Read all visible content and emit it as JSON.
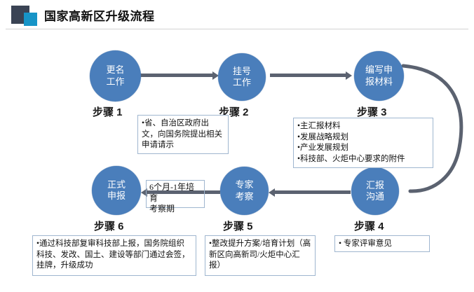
{
  "header": {
    "title": "国家高新区升级流程",
    "logo_dark_color": "#3a4354",
    "logo_light_color": "#1794c7"
  },
  "theme": {
    "node_fill": "#4a7ebb",
    "node_text": "#ffffff",
    "connector": "#5b6270",
    "callout_border": "#9fb6cf",
    "callout_bg": "#ffffff"
  },
  "flow": {
    "nodes": [
      {
        "id": "step1",
        "title_line1": "更名",
        "title_line2": "工作",
        "step_label": "步骤 1"
      },
      {
        "id": "step2",
        "title_line1": "挂号",
        "title_line2": "工作",
        "step_label": "步骤 2"
      },
      {
        "id": "step3",
        "title_line1": "编写申",
        "title_line2": "报材料",
        "step_label": "步骤 3"
      },
      {
        "id": "step4",
        "title_line1": "汇报",
        "title_line2": "沟通",
        "step_label": "步骤 4"
      },
      {
        "id": "step5",
        "title_line1": "专家",
        "title_line2": "考察",
        "step_label": "步骤 5"
      },
      {
        "id": "step6",
        "title_line1": "正式",
        "title_line2": "申报",
        "step_label": "步骤 6"
      }
    ],
    "callouts": {
      "step1": [
        "•省、自治区政府出文，向国务院提出相关申请请示"
      ],
      "step3": [
        "•主汇报材料",
        "•发展战略规划",
        "•产业发展规划",
        "•科技部、火炬中心要求的附件"
      ],
      "step4": [
        "•    专家评审意见"
      ],
      "step5": [
        "•整改提升方案/培育计划（高新区向高新司/火炬中心汇报）"
      ],
      "step6": [
        "•通过科技部复审科技部上报，国务院组织科技、发改、国土、建设等部门通过会签，挂牌，升级成功"
      ]
    },
    "period_label": {
      "line1": "6个月-1年培育",
      "line2": "考察期"
    }
  }
}
